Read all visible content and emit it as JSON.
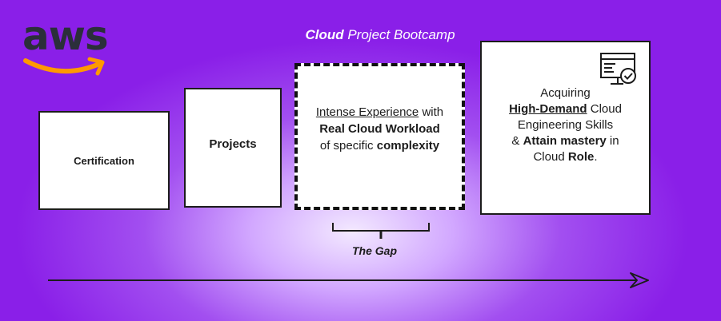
{
  "logo": {
    "text": "aws",
    "icon": "aws-smile-arrow",
    "accent": "#ff9900"
  },
  "title": {
    "bold": "Cloud",
    "rest": " Project Bootcamp"
  },
  "boxes": {
    "certification": "Certification",
    "projects": "Projects",
    "gap": {
      "line1_u": "Intense Experience",
      "line1_rest": " with",
      "line2": "Real Cloud Workload",
      "line3_pre": "of specific ",
      "line3_bold": "complexity"
    },
    "goal": {
      "l1": "Acquiring",
      "l2_u": "High-Demand",
      "l2_rest": " Cloud",
      "l3": "Engineering Skills",
      "l4_pre": "& ",
      "l4_bold": "Attain mastery",
      "l4_rest": " in",
      "l5_pre": "Cloud ",
      "l5_bold": "Role",
      "l5_rest": "."
    }
  },
  "gap_label": "The Gap",
  "icons": {
    "goal": "monitor-check-icon",
    "timeline": "arrow-right-icon"
  },
  "colors": {
    "background": "#8a1fe8",
    "box": "#ffffff",
    "ink": "#1c1c1c"
  }
}
